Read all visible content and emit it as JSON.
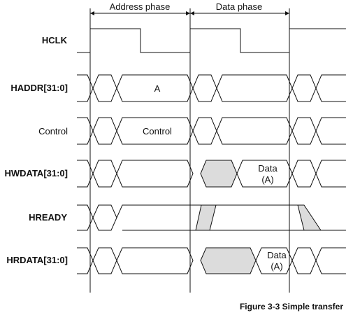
{
  "figure": {
    "caption": "Figure 3-3 Simple transfer",
    "phases": [
      {
        "label": "Address phase"
      },
      {
        "label": "Data phase"
      }
    ],
    "signals": [
      {
        "id": "hclk",
        "label": "HCLK",
        "bold": true
      },
      {
        "id": "haddr",
        "label": "HADDR[31:0]",
        "bold": true,
        "bus_value": "A"
      },
      {
        "id": "control",
        "label": "Control",
        "bold": false,
        "bus_value": "Control"
      },
      {
        "id": "hwdata",
        "label": "HWDATA[31:0]",
        "bold": true,
        "bus_value_line1": "Data",
        "bus_value_line2": "(A)"
      },
      {
        "id": "hready",
        "label": "HREADY",
        "bold": true
      },
      {
        "id": "hrdata",
        "label": "HRDATA[31:0]",
        "bold": true,
        "bus_value_line1": "Data",
        "bus_value_line2": "(A)"
      }
    ],
    "colors": {
      "line": "#111111",
      "shade": "#dcdcdc",
      "background": "#ffffff"
    }
  }
}
